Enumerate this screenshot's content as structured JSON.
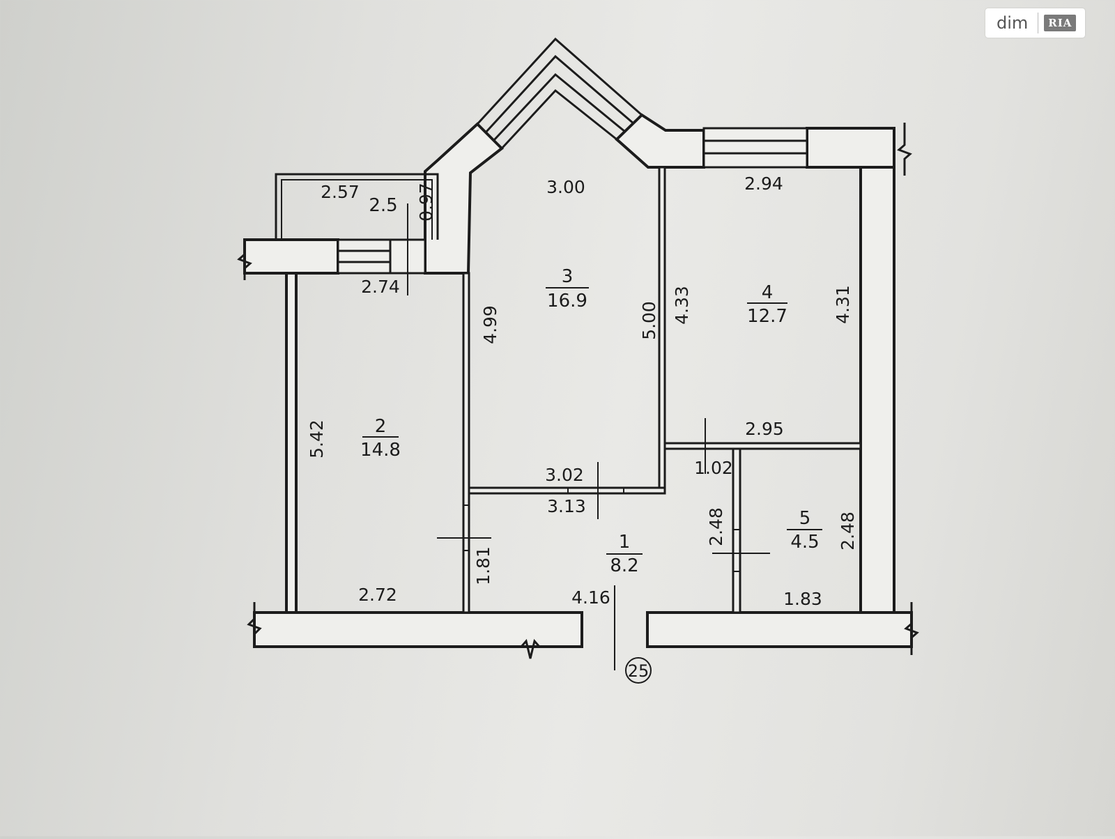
{
  "watermark": {
    "brand": "dim",
    "badge": "RIA"
  },
  "colors": {
    "ink": "#1c1c1c",
    "wall_fill": "#efefec",
    "paper": "#e6e6e3"
  },
  "rooms": [
    {
      "id": "balcony",
      "area": "2.5",
      "dims": [
        "2.57",
        "0.97",
        "2.74"
      ]
    },
    {
      "id": "room2",
      "number": "2",
      "area": "14.8",
      "dims": [
        "5.42",
        "2.72"
      ]
    },
    {
      "id": "room3",
      "number": "3",
      "area": "16.9",
      "dims": [
        "3.00",
        "4.99",
        "5.00",
        "3.02"
      ]
    },
    {
      "id": "room4",
      "number": "4",
      "area": "12.7",
      "dims": [
        "2.94",
        "4.33",
        "4.31",
        "2.95"
      ]
    },
    {
      "id": "room1",
      "number": "1",
      "area": "8.2",
      "dims": [
        "3.13",
        "1.81",
        "4.16",
        "1.02",
        "2.48"
      ]
    },
    {
      "id": "room5",
      "number": "5",
      "area": "4.5",
      "dims": [
        "2.48",
        "1.83"
      ]
    }
  ],
  "axis_marker": "25"
}
